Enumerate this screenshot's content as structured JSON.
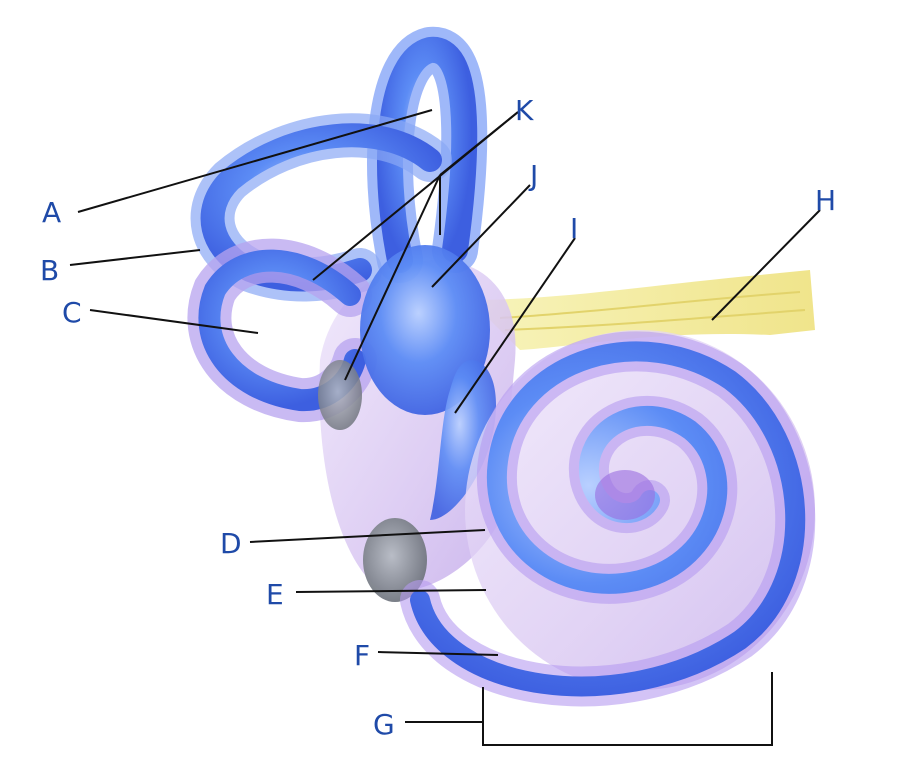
{
  "labels": {
    "A": "A",
    "B": "B",
    "C": "C",
    "D": "D",
    "E": "E",
    "F": "F",
    "G": "G",
    "H": "H",
    "I": "I",
    "J": "J",
    "K": "K"
  },
  "colors": {
    "label_text": "#1f4aa8",
    "leader_line": "#111111",
    "membranous_labyrinth": "#4f7cf0",
    "bony_shell": "#d8c6f2",
    "nerve": "#f2ec9a",
    "oval_window": "#8e939c"
  }
}
